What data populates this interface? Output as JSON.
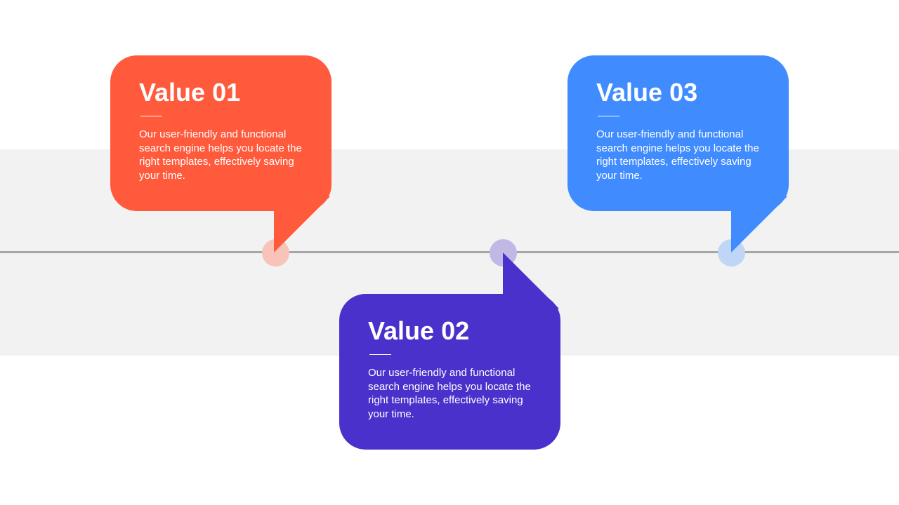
{
  "colors": {
    "background": "#ffffff",
    "band": "#f2f2f2",
    "timeline": "#a6a6a6",
    "orange": "#ff5a3c",
    "purple": "#4b31cc",
    "blue": "#408cff"
  },
  "cards": [
    {
      "title": "Value 01",
      "body": "Our user-friendly and functional search engine helps you locate the right templates, effectively saving your time."
    },
    {
      "title": "Value 02",
      "body": "Our user-friendly and functional search engine helps you locate the right templates, effectively saving your time."
    },
    {
      "title": "Value 03",
      "body": "Our user-friendly and functional search engine helps you locate the right templates, effectively saving your time."
    }
  ]
}
